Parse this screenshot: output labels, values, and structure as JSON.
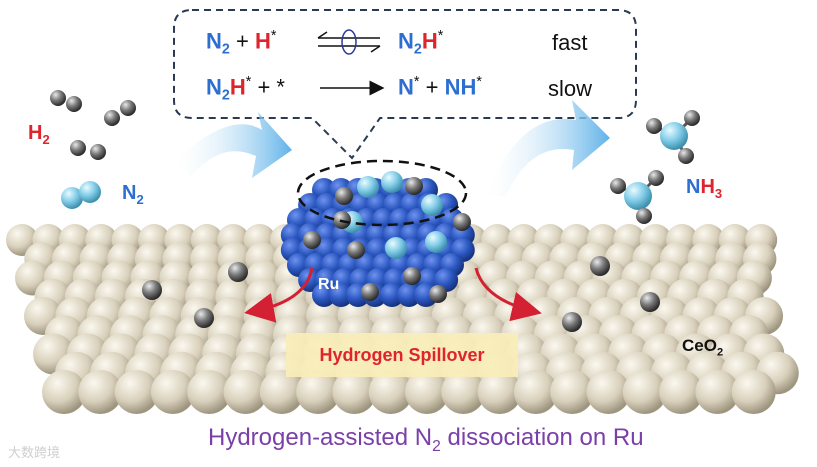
{
  "reactions": {
    "r1": {
      "left_a": "N",
      "left_a_sub": "2",
      "plus": "+",
      "left_b": "H",
      "left_b_sup": "*",
      "right_a": "N",
      "right_a_sub": "2",
      "right_b": "H",
      "right_b_sup": "*",
      "rate": "fast"
    },
    "r2": {
      "left_a": "N",
      "left_a_sub": "2",
      "left_b": "H",
      "left_b_sup": "*",
      "plus": "+",
      "star": "*",
      "right_a": "N",
      "right_a_sup": "*",
      "plus2": "+",
      "right_b": "NH",
      "right_b_sup": "*",
      "rate": "slow"
    }
  },
  "labels": {
    "h2": "H",
    "h2_sub": "2",
    "n2": "N",
    "n2_sub": "2",
    "nh3_n": "N",
    "nh3_h": "H",
    "nh3_sub": "3",
    "ru": "Ru",
    "ceo2": "CeO",
    "ceo2_sub": "2",
    "spillover": "Hydrogen Spillover"
  },
  "caption": {
    "text_a": "Hydrogen-assisted ",
    "n": "N",
    "n_sub": "2",
    "text_b": " dissociation on Ru"
  },
  "watermark": "大数跨境",
  "colors": {
    "nitrogen_blue": "#2d6fd0",
    "hydrogen_red": "#e0242d",
    "caption_purple": "#7a3fa8",
    "ru_cluster": "#2b57c0",
    "ceria": "#d9d1bd",
    "spillover_bg": "#f8eeb9"
  }
}
